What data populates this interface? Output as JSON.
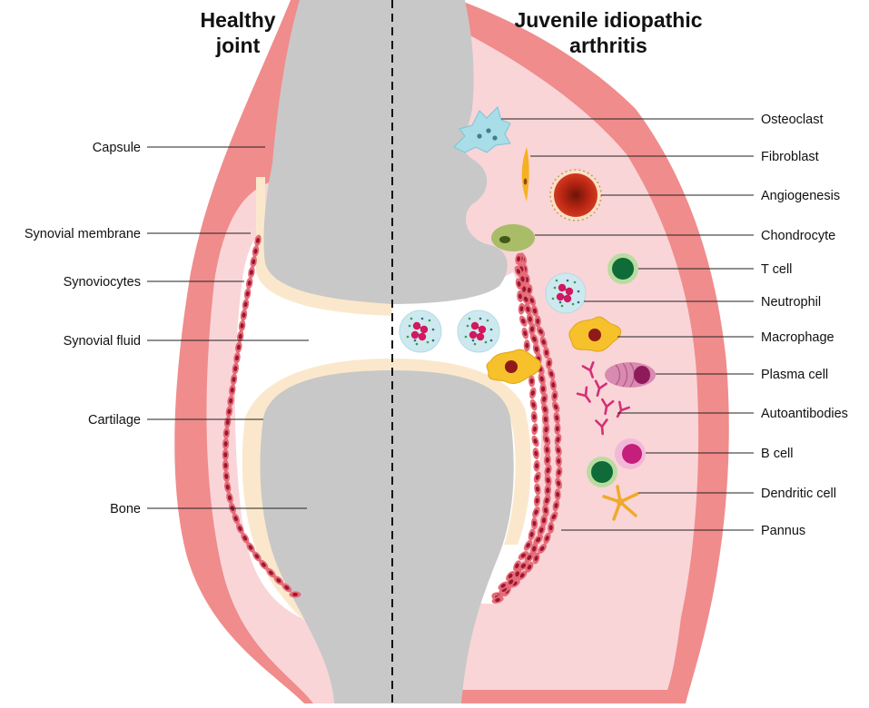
{
  "titles": {
    "healthy": [
      "Healthy",
      "joint"
    ],
    "jia": [
      "Juvenile idiopathic",
      "arthritis"
    ]
  },
  "left_labels": [
    "Capsule",
    "Synovial membrane",
    "Synoviocytes",
    "Synovial fluid",
    "Cartilage",
    "Bone"
  ],
  "right_labels": [
    "Osteoclast",
    "Fibroblast",
    "Angiogenesis",
    "Chondrocyte",
    "T cell",
    "Neutrophil",
    "Macrophage",
    "Plasma cell",
    "Autoantibodies",
    "B cell",
    "Dendritic cell",
    "Pannus"
  ],
  "colors": {
    "capsule": "#f08c8c",
    "synovium": "#f9d5d8",
    "bone": "#c8c8c8",
    "cartilage": "#fbe8cc",
    "synoviocyte_fill": "#e56b78",
    "synoviocyte_nucleus": "#9b1730",
    "osteoclast": "#a9dde8",
    "fibroblast": "#f5b120",
    "angiogenesis": "#c22a16",
    "chondrocyte": "#a9bd69",
    "t_cell": "#0f6b38",
    "neutrophil": "#cde9ef",
    "neutrophil_nucleus": "#d2185e",
    "macrophage": "#f6c12a",
    "plasma_cell": "#d98ab0",
    "antibody": "#d42f76",
    "b_cell": "#c41f7a",
    "dendritic": "#f0a92a"
  }
}
